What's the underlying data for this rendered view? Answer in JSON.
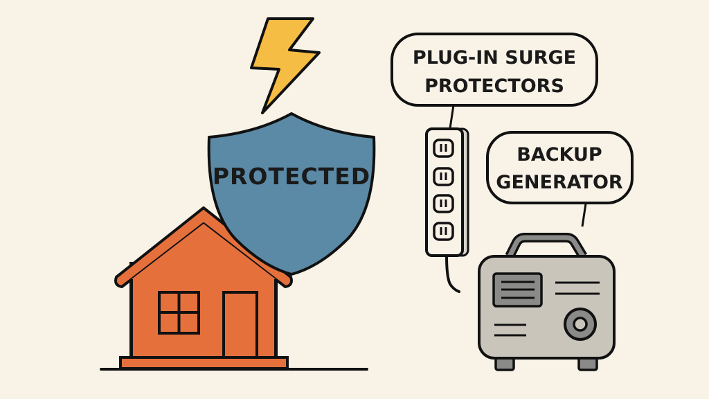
{
  "colors": {
    "background": "#f8f2e7",
    "house": "#e5703c",
    "shield": "#5b8aa6",
    "bolt": "#f6bd45",
    "generator_body": "#c9c5bb",
    "generator_dark": "#8a8a88",
    "outline": "#111111"
  },
  "shield": {
    "label": "PROTECTED"
  },
  "callouts": {
    "surge": {
      "line1": "PLUG-IN SURGE",
      "line2": "PROTECTORS"
    },
    "generator": {
      "line1": "BACKUP",
      "line2": "GENERATOR"
    }
  },
  "icons": {
    "bolt": "lightning-bolt-icon",
    "shield": "shield-icon",
    "house": "house-icon",
    "power_strip": "power-strip-icon",
    "generator": "generator-icon"
  }
}
